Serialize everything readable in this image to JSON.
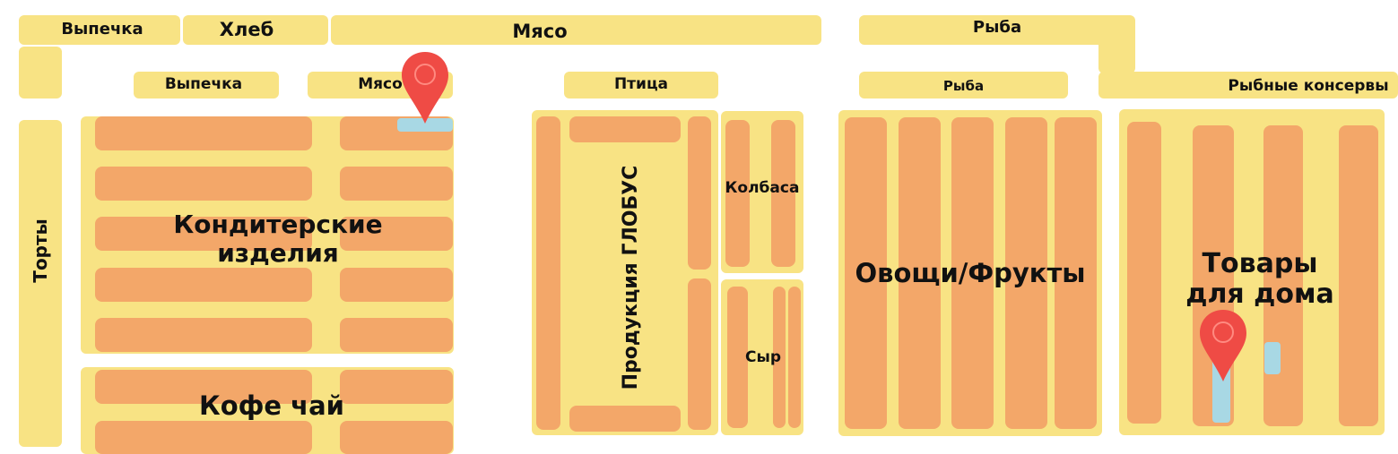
{
  "map": {
    "colors": {
      "shelf_zone": "#f8e384",
      "shelf": "#f3a769",
      "highlight": "#a8d8e4",
      "pin": "#ef4b45"
    },
    "top_labels": {
      "pastry": "Выпечка",
      "bread": "Хлеб",
      "meat": "Мясо",
      "fish": "Рыба"
    },
    "aisle_labels": {
      "pastry": "Выпечка",
      "meat": "Мясо",
      "poultry": "Птица",
      "fish": "Рыба",
      "canned_fish": "Рыбные консервы"
    },
    "zones": {
      "cakes": "Торты",
      "confectionery": "Кондитерские изделия",
      "coffee_tea": "Кофе чай",
      "globus_products": "Продукция ГЛОБУС",
      "sausage": "Колбаса",
      "cheese": "Сыр",
      "vegetables_fruits": "Овощи/Фрукты",
      "household_goods": "Товары для дома"
    },
    "pins": [
      "location-pin",
      "location-pin"
    ]
  }
}
